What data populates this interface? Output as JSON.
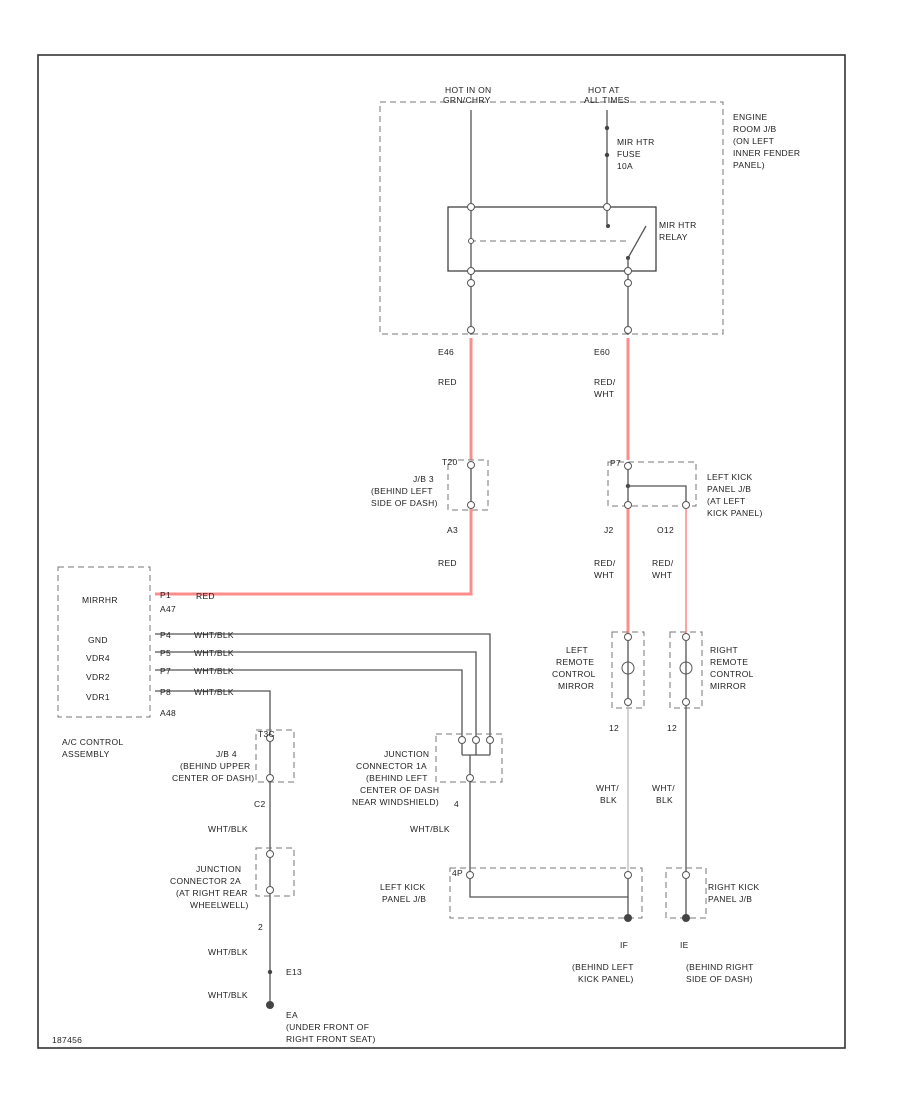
{
  "labels": {
    "hot_in_on_1": "HOT IN ON",
    "hot_in_on_2": "GRN/CHRY",
    "hot_at_all_1": "HOT AT",
    "hot_at_all_2": "ALL TIMES",
    "fuse_1": "MIR HTR",
    "fuse_2": "FUSE",
    "fuse_3": "10A",
    "relay_1": "MIR HTR",
    "relay_2": "RELAY",
    "engine_jb_1": "ENGINE",
    "engine_jb_2": "ROOM J/B",
    "engine_jb_3": "(ON LEFT",
    "engine_jb_4": "INNER FENDER",
    "engine_jb_5": "PANEL)",
    "c_e46": "E46",
    "c_e60": "E60",
    "w_red_1": "RED",
    "w_red_wht_1a": "RED/",
    "w_red_wht_1b": "WHT",
    "t_t20": "T20",
    "jb3_1": "J/B 3",
    "jb3_2": "(BEHIND LEFT",
    "jb3_3": "SIDE OF DASH)",
    "t_a3": "A3",
    "w_red_2": "RED",
    "t_p7": "P7",
    "left_kick_jb_1": "LEFT KICK",
    "left_kick_jb_2": "PANEL J/B",
    "left_kick_jb_3": "(AT LEFT",
    "left_kick_jb_4": "KICK PANEL)",
    "t_j2": "J2",
    "t_o12": "O12",
    "w_red_wht_2a": "RED/",
    "w_red_wht_2b": "WHT",
    "w_red_wht_3a": "RED/",
    "w_red_wht_3b": "WHT",
    "ac_mirrh": "MIRRHR",
    "ac_gnd": "GND",
    "ac_vdr4": "VDR4",
    "ac_vdr2": "VDR2",
    "ac_vdr1": "VDR1",
    "ac_p1": "P1",
    "ac_a47": "A47",
    "ac_p4": "P4",
    "ac_p5": "P5",
    "ac_p7": "P7",
    "ac_p8": "P8",
    "ac_a48": "A48",
    "ac_w_red": "RED",
    "ac_w1": "WHT/BLK",
    "ac_w2": "WHT/BLK",
    "ac_w3": "WHT/BLK",
    "ac_w4": "WHT/BLK",
    "ac_name_1": "A/C CONTROL",
    "ac_name_2": "ASSEMBLY",
    "lrm_1": "LEFT",
    "lrm_2": "REMOTE",
    "lrm_3": "CONTROL",
    "lrm_4": "MIRROR",
    "rrm_1": "RIGHT",
    "rrm_2": "REMOTE",
    "rrm_3": "CONTROL",
    "rrm_4": "MIRROR",
    "t_12a": "12",
    "t_12b": "12",
    "w_wht_blk_l1": "WHT/",
    "w_wht_blk_l2": "BLK",
    "w_wht_blk_r1": "WHT/",
    "w_wht_blk_r2": "BLK",
    "t_tc": "T3C",
    "jb4_1": "J/B 4",
    "jb4_2": "(BEHIND UPPER",
    "jb4_3": "CENTER OF DASH)",
    "t_c2": "C2",
    "w_wb_1": "WHT/BLK",
    "jc1a_1": "JUNCTION",
    "jc1a_2": "CONNECTOR 1A",
    "jc1a_3": "(BEHIND LEFT",
    "jc1a_4": "CENTER OF DASH",
    "jc1a_5": "NEAR WINDSHIELD)",
    "t_4": "4",
    "w_wb_2": "WHT/BLK",
    "jc2a_1": "JUNCTION",
    "jc2a_2": "CONNECTOR 2A",
    "jc2a_3": "(AT RIGHT REAR",
    "jc2a_4": "WHEELWELL)",
    "t_2": "2",
    "w_wb_3": "WHT/BLK",
    "c_e13": "E13",
    "w_wb_4": "WHT/BLK",
    "g_ea_1": "EA",
    "g_ea_2": "(UNDER FRONT OF",
    "g_ea_3": "RIGHT FRONT SEAT)",
    "left_kick_jb2_1": "LEFT KICK",
    "left_kick_jb2_2": "PANEL J/B",
    "t_4p": "4P",
    "right_kick_jb_1": "RIGHT KICK",
    "right_kick_jb_2": "PANEL J/B",
    "g_if_1": "IF",
    "g_if_2": "(BEHIND LEFT",
    "g_if_3": "KICK PANEL)",
    "g_ie_1": "IE",
    "g_ie_2": "(BEHIND RIGHT",
    "g_ie_3": "SIDE OF DASH)",
    "footer_code": "187456"
  }
}
